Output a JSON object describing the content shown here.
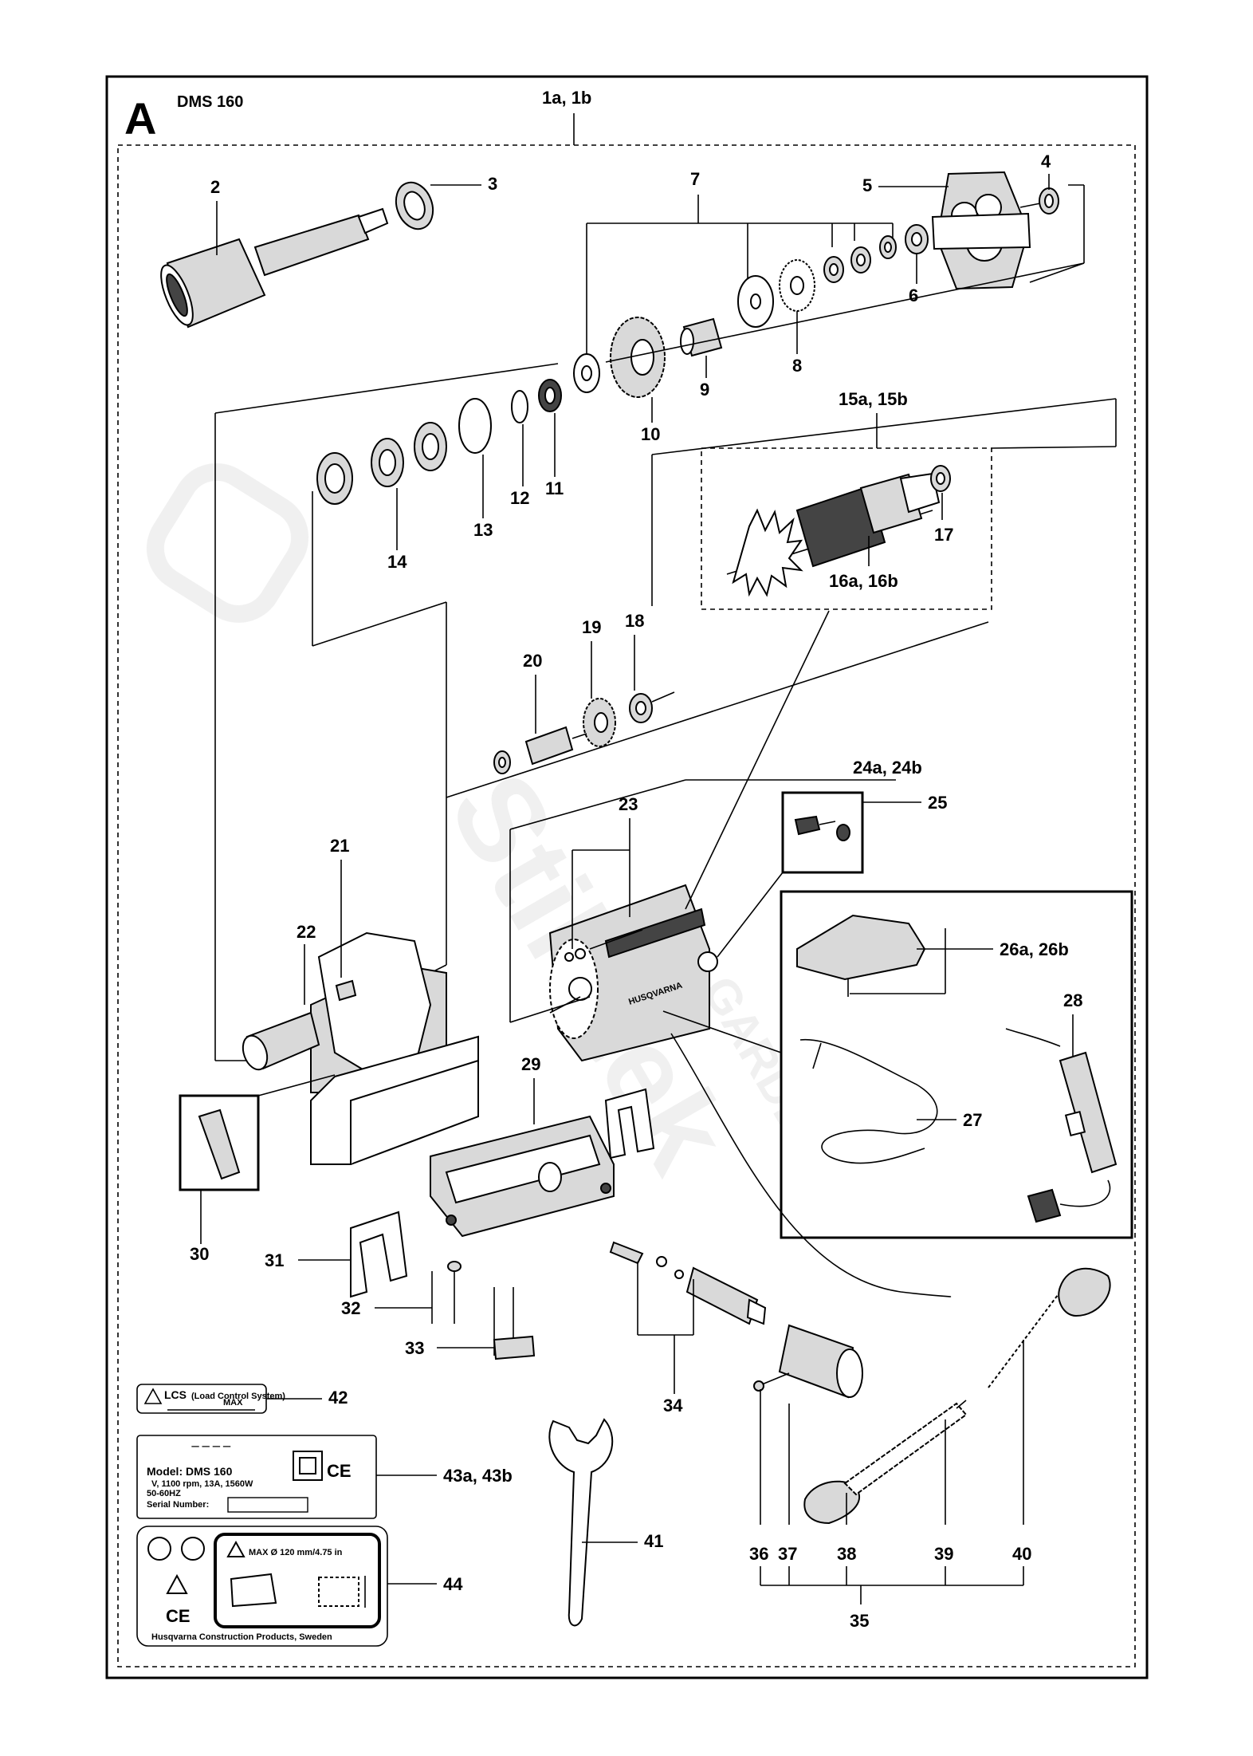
{
  "header": {
    "section_letter": "A",
    "model": "DMS 160",
    "assembly_ref": "1a, 1b"
  },
  "watermark": {
    "brand": "Stihltek",
    "sub": "GARDEN"
  },
  "parts": {
    "p2": "2",
    "p3": "3",
    "p4": "4",
    "p5": "5",
    "p6": "6",
    "p7": "7",
    "p8": "8",
    "p9": "9",
    "p10": "10",
    "p11": "11",
    "p12": "12",
    "p13": "13",
    "p14": "14",
    "p15": "15a, 15b",
    "p16": "16a, 16b",
    "p17": "17",
    "p18": "18",
    "p19": "19",
    "p20": "20",
    "p21": "21",
    "p22": "22",
    "p23": "23",
    "p24": "24a, 24b",
    "p25": "25",
    "p26": "26a, 26b",
    "p27": "27",
    "p28": "28",
    "p29": "29",
    "p30": "30",
    "p31": "31",
    "p32": "32",
    "p33": "33",
    "p34": "34",
    "p35": "35",
    "p36": "36",
    "p37": "37",
    "p38": "38",
    "p39": "39",
    "p40": "40",
    "p41": "41",
    "p42": "42",
    "p43": "43a, 43b",
    "p44": "44"
  },
  "lcs_label": {
    "text": "LCS",
    "subtext": "(Load Control System)",
    "max": "MAX"
  },
  "rating_plate": {
    "line0": "ㅡ ㅡ ㅡ ㅡ",
    "model": "Model: DMS 160",
    "specs": "V, 1100 rpm, 13A, 1560W",
    "freq": "50-60HZ",
    "serial": "Serial Number:",
    "ce": "CE"
  },
  "warning_label": {
    "max_text": "MAX Ø 120 mm/4.75 in",
    "ce": "CE",
    "footer": "Husqvarna Construction Products, Sweden"
  },
  "brand_on_motor": "HUSQVARNA"
}
